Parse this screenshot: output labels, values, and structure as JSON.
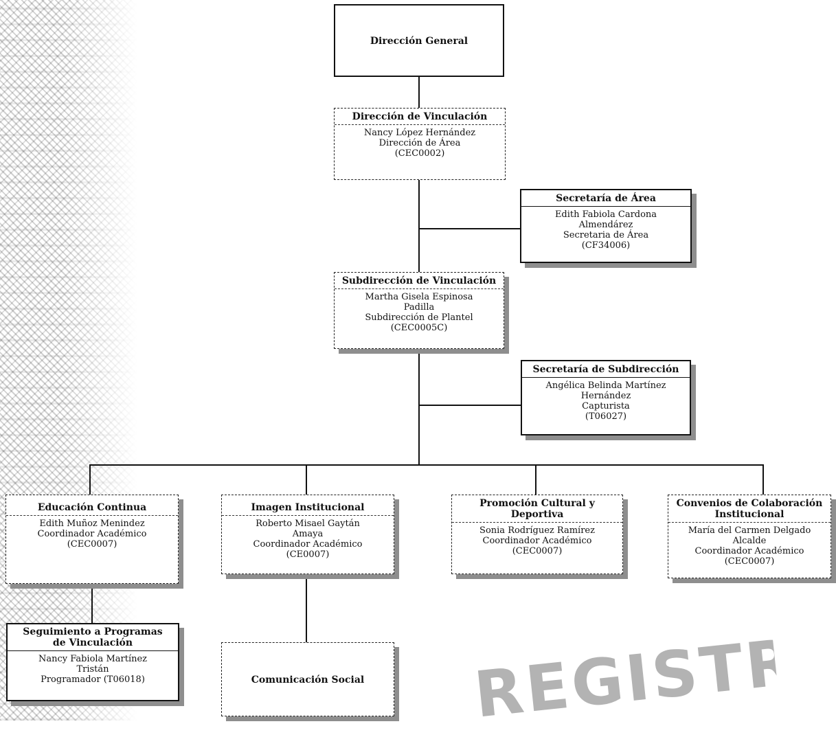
{
  "org": {
    "direccion_general": {
      "title": "Dirección General"
    },
    "direccion_vinculacion": {
      "title": "Dirección de Vinculación",
      "lines": [
        "Nancy López Hernández",
        "Dirección de Área",
        "(CEC0002)"
      ]
    },
    "secretaria_area": {
      "title": "Secretaría de Área",
      "lines": [
        "Edith Fabiola Cardona",
        "Almendárez",
        "Secretaria de Área",
        "(CF34006)"
      ]
    },
    "subdireccion_vinculacion": {
      "title": "Subdirección de Vinculación",
      "lines": [
        "Martha Gisela Espinosa",
        "Padilla",
        "Subdirección de Plantel",
        "(CEC0005C)"
      ]
    },
    "secretaria_subdireccion": {
      "title": "Secretaría de Subdirección",
      "lines": [
        "Angélica Belinda Martínez",
        "Hernández",
        "Capturista",
        "(T06027)"
      ]
    },
    "educacion_continua": {
      "title": "Educación Continua",
      "lines": [
        "Edith Muñoz Menindez",
        "Coordinador Académico",
        "(CEC0007)"
      ]
    },
    "imagen_institucional": {
      "title": "Imagen Institucional",
      "lines": [
        "Roberto Misael Gaytán",
        "Amaya",
        "Coordinador Académico",
        "(CE0007)"
      ]
    },
    "promocion_cultural": {
      "title": [
        "Promoción Cultural y",
        "Deportiva"
      ],
      "lines": [
        "Sonia Rodríguez Ramírez",
        "Coordinador Académico",
        "(CEC0007)"
      ]
    },
    "convenios": {
      "title": [
        "Convenios de Colaboración",
        "Institucional"
      ],
      "lines": [
        "María del Carmen Delgado",
        "Alcalde",
        "Coordinador Académico",
        "(CEC0007)"
      ]
    },
    "seguimiento": {
      "title": [
        "Seguimiento a Programas",
        "de Vinculación"
      ],
      "lines": [
        "Nancy Fabiola Martínez",
        "Tristán",
        "Programador (T06018)"
      ]
    },
    "comunicacion_social": {
      "title": "Comunicación Social"
    }
  },
  "stamp": {
    "text": "REGISTRADO"
  }
}
